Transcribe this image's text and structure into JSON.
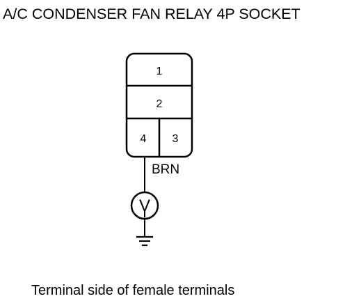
{
  "diagram": {
    "title": "A/C CONDENSER FAN RELAY 4P SOCKET",
    "caption": "Terminal side of female terminals",
    "connector": {
      "terminals": [
        {
          "number": "1"
        },
        {
          "number": "2"
        },
        {
          "number": "4"
        },
        {
          "number": "3"
        }
      ]
    },
    "wire": {
      "color_label": "BRN"
    },
    "meter": {
      "symbol": "V",
      "icon": "voltmeter-icon"
    },
    "ground": {
      "icon": "ground-icon"
    },
    "colors": {
      "ink": "#000000",
      "background": "#ffffff"
    }
  }
}
